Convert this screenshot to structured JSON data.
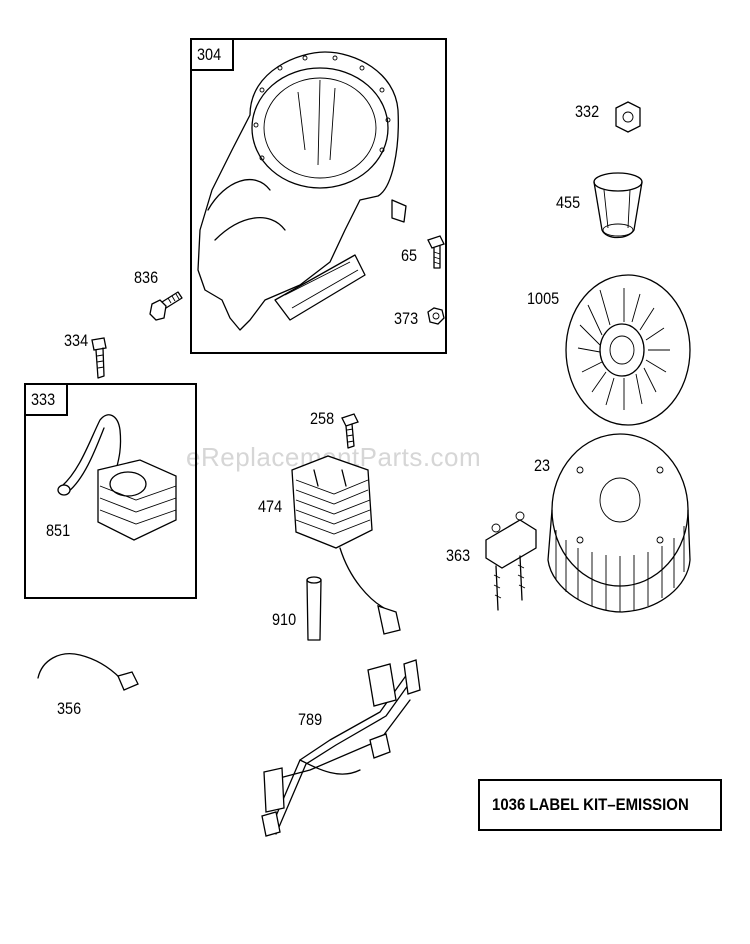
{
  "watermark": "eReplacementParts.com",
  "boxes": {
    "blower_housing": "304",
    "ignition": "333"
  },
  "parts": {
    "p332": "332",
    "p455": "455",
    "p65": "65",
    "p1005": "1005",
    "p836": "836",
    "p373": "373",
    "p334": "334",
    "p258": "258",
    "p23": "23",
    "p474": "474",
    "p851": "851",
    "p363": "363",
    "p910": "910",
    "p356": "356",
    "p789": "789"
  },
  "label_kit": "1036 LABEL KIT–EMISSION"
}
